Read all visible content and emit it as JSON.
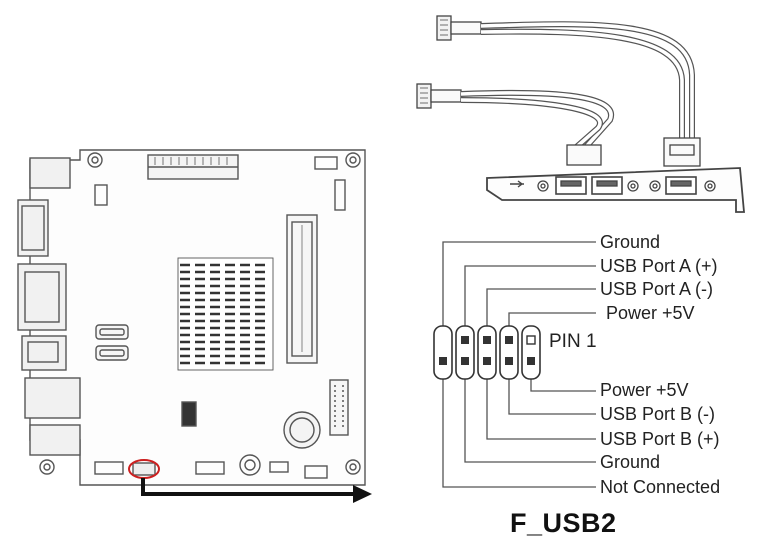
{
  "header": {
    "title": "F_USB2",
    "pin1_label": "PIN 1"
  },
  "pinout": {
    "labels": [
      "Ground",
      "USB Port A (+)",
      "USB Port A (-)",
      "Power +5V",
      "Power +5V",
      "USB Port B (-)",
      "USB Port B (+)",
      "Ground",
      "Not Connected"
    ]
  },
  "highlight": {
    "color": "#cc1f1f"
  }
}
